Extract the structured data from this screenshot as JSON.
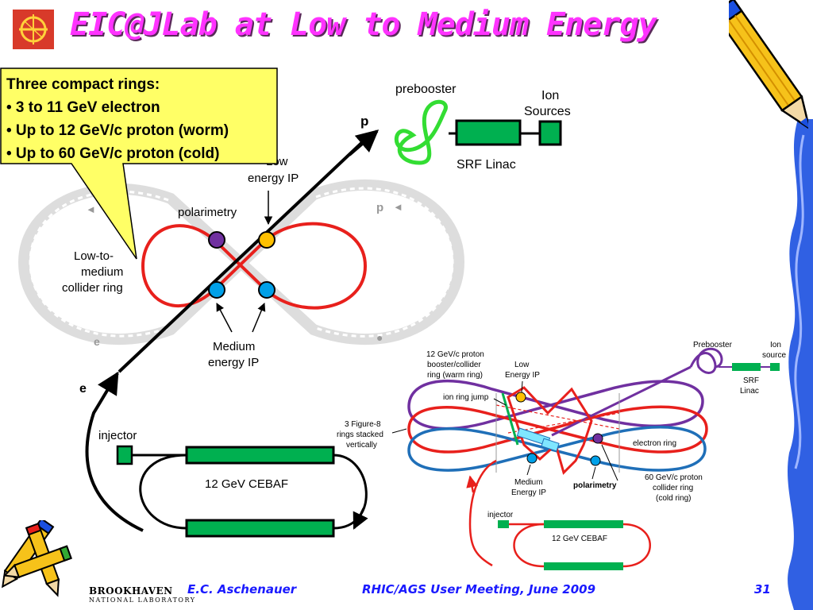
{
  "title": "EIC@JLab at Low to Medium Energy",
  "callout": {
    "heading": "Three compact rings:",
    "bullets": [
      "• 3 to 11 GeV electron",
      "• Up to 12 GeV/c proton (worm)",
      "• Up to 60 GeV/c proton (cold)"
    ]
  },
  "main_diagram": {
    "labels": {
      "prebooster": "prebooster",
      "ion_sources_1": "Ion",
      "ion_sources_2": "Sources",
      "srf_linac": "SRF Linac",
      "p": "p",
      "low_energy_ip_1": "Low",
      "low_energy_ip_2": "energy IP",
      "polarimetry": "polarimetry",
      "ring_1": "Low-to-",
      "ring_2": "medium",
      "ring_3": "collider ring",
      "medium_ip_1": "Medium",
      "medium_ip_2": "energy IP",
      "e": "e",
      "injector": "injector",
      "cebaf": "12 GeV CEBAF",
      "ring_marker_p": "p",
      "ring_marker_e": "e"
    }
  },
  "detail_diagram": {
    "labels": {
      "proton_ring_1": "12 GeV/c proton",
      "proton_ring_2": "booster/collider",
      "proton_ring_3": "ring (warm ring)",
      "low_ip_1": "Low",
      "low_ip_2": "Energy IP",
      "prebooster": "Prebooster",
      "ion_source_1": "Ion",
      "ion_source_2": "source",
      "srf_1": "SRF",
      "srf_2": "Linac",
      "ion_ring_jump": "ion ring jump",
      "figure8_1": "3 Figure-8",
      "figure8_2": "rings stacked",
      "figure8_3": "vertically",
      "electron_ring": "electron ring",
      "medium_ip_1": "Medium",
      "medium_ip_2": "Energy IP",
      "polarimetry": "polarimetry",
      "cold_ring_1": "60 GeV/c proton",
      "cold_ring_2": "collider ring",
      "cold_ring_3": "(cold ring)",
      "injector": "injector",
      "cebaf": "12 GeV CEBAF"
    }
  },
  "footer": {
    "author": "E.C. Aschenauer",
    "meeting": "RHIC/AGS User Meeting, June 2009",
    "page": "31",
    "logo_name": "BROOKHAVEN",
    "logo_sub": "NATIONAL LABORATORY"
  },
  "colors": {
    "title": "#ff33ff",
    "callout_fill": "#ffff66",
    "ring_red": "#e8201c",
    "ring_blue": "#1f6fb8",
    "ring_purple": "#7030a0",
    "linac_green": "#00b050",
    "footer_text": "#1a1aff"
  }
}
